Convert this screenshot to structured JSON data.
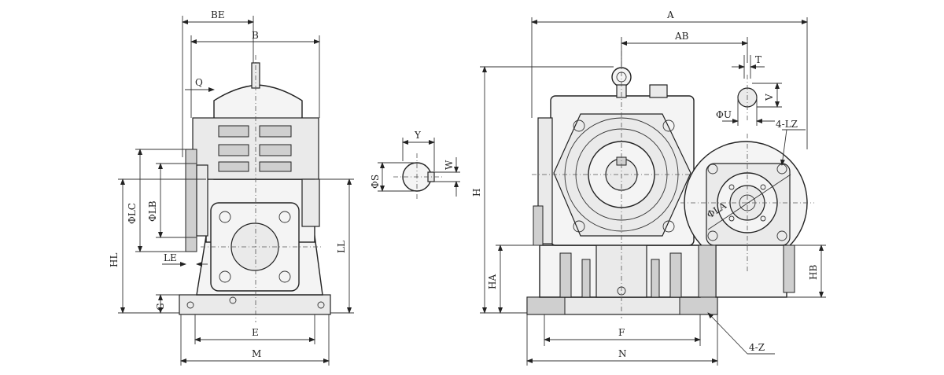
{
  "left_view": {
    "labels": {
      "be": "BE",
      "b": "B",
      "q": "Q",
      "lc": "ΦLC",
      "lb": "ΦLB",
      "hl": "HL",
      "le": "LE",
      "g": "G",
      "e": "E",
      "m": "M",
      "ll": "LL"
    }
  },
  "shaft_section": {
    "labels": {
      "y": "Y",
      "s": "ΦS",
      "w": "W"
    }
  },
  "right_view": {
    "labels": {
      "a": "A",
      "ab": "AB",
      "t": "T",
      "v": "V",
      "u": "ΦU",
      "lz": "4-LZ",
      "h": "H",
      "la": "ΦLA",
      "ha": "HA",
      "hb": "HB",
      "f": "F",
      "n": "N",
      "z": "4-Z"
    }
  },
  "colors": {
    "line": "#222222",
    "casting": "#f4f4f4",
    "shade": "#cfcfcf"
  }
}
